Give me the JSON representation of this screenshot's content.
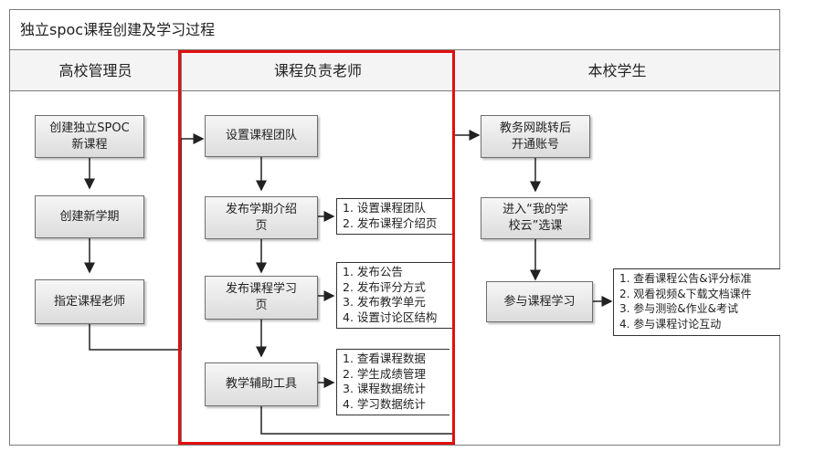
{
  "title": "独立spoc课程创建及学习过程",
  "lanes": {
    "admin": "高校管理员",
    "teacher": "课程负责老师",
    "student": "本校学生"
  },
  "admin_steps": {
    "create_spoc": "创建独立SPOC\n新课程",
    "new_term": "创建新学期",
    "assign_teacher": "指定课程老师"
  },
  "teacher_steps": {
    "set_team": "设置课程团队",
    "publish_intro": "发布学期介绍\n页",
    "publish_learning": "发布课程学习\n页",
    "tools": "教学辅助工具"
  },
  "teacher_lists": {
    "intro": [
      "1. 设置课程团队",
      "2. 发布课程介绍页"
    ],
    "learning": [
      "1. 发布公告",
      "2. 发布评分方式",
      "3. 发布教学单元",
      "4. 设置讨论区结构"
    ],
    "tools": [
      "1. 查看课程数据",
      "2. 学生成绩管理",
      "3. 课程数据统计",
      "4. 学习数据统计"
    ]
  },
  "student_steps": {
    "jump": "教务网跳转后\n开通账号",
    "enter": "进入“我的学\n校云”选课",
    "participate": "参与课程学习"
  },
  "student_list": [
    "1. 查看课程公告&评分标准",
    "2. 观看视频&下载文档课件",
    "3. 参与测验&作业&考试",
    "4. 参与课程讨论互动"
  ],
  "colors": {
    "highlight": "#e01010",
    "border": "#7a7a7a"
  }
}
